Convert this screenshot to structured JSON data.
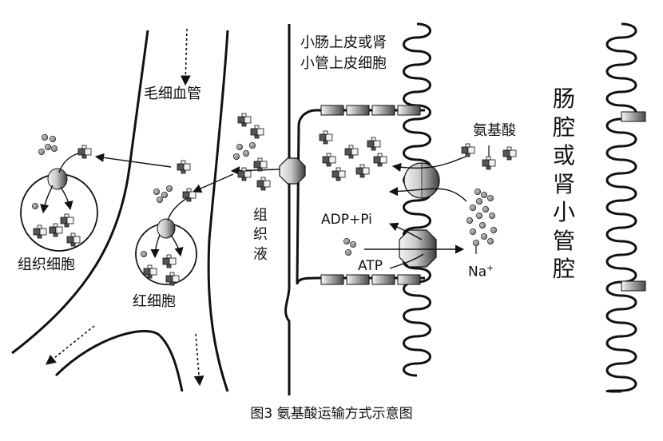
{
  "labels": {
    "capillary": "毛细血管",
    "epithelial_line1": "小肠上皮或肾",
    "epithelial_line2": "小管上皮细胞",
    "amino_acid": "氨基酸",
    "lumen_chars": [
      "肠",
      "腔",
      "或",
      "肾",
      "小",
      "管",
      "腔"
    ],
    "interstitial_chars": [
      "组",
      "织",
      "液"
    ],
    "tissue_cell": "组织细胞",
    "red_blood_cell": "红细胞",
    "adp_pi": "ADP+Pi",
    "atp": "ATP",
    "na": "Na",
    "na_charge": "+"
  },
  "caption": "图3  氨基酸运输方式示意图",
  "colors": {
    "line": "#111111",
    "amino_dark": "#555555",
    "amino_light": "#f2f2f2",
    "carrier_dark": "#4a4a4a",
    "carrier_light": "#dcdcdc",
    "ion_fill": "#9a9a9a"
  }
}
